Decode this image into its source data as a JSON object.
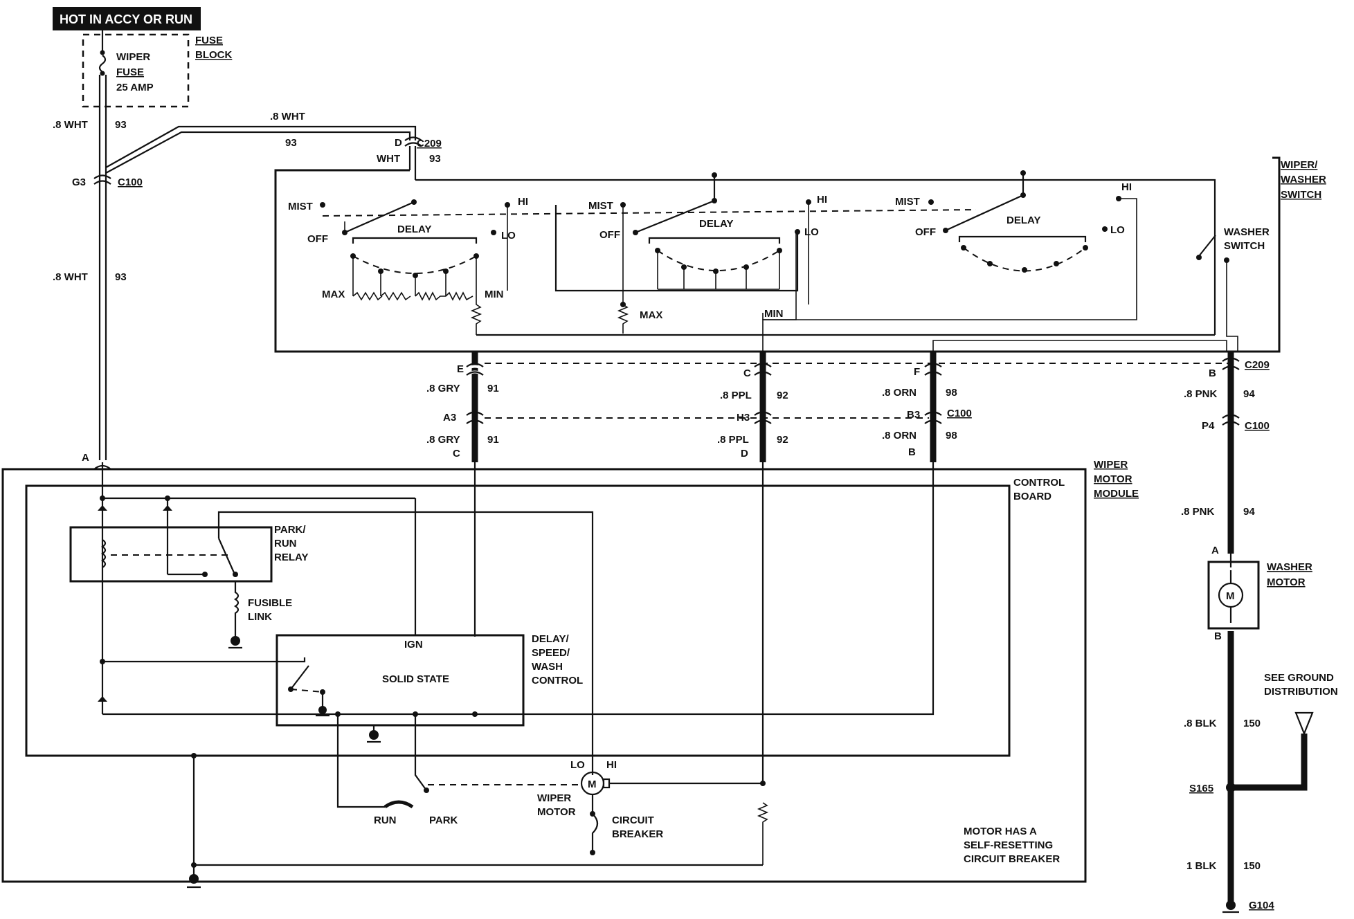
{
  "header": {
    "power_label": "HOT IN ACCY OR RUN"
  },
  "fuse_block": {
    "title_line1": "FUSE",
    "title_line2": "BLOCK",
    "fuse_line1": "WIPER",
    "fuse_line2": "FUSE",
    "fuse_line3": "25 AMP"
  },
  "wires": {
    "left_upper_gauge": ".8 WHT",
    "left_upper_circuit": "93",
    "left_lower_gauge": ".8 WHT",
    "left_lower_circuit": "93",
    "top_branch_gauge": ".8 WHT",
    "top_branch_circuit": "93",
    "c209_wht": "WHT",
    "c209_num": "93",
    "gry_upper_gauge": ".8 GRY",
    "gry_upper_circuit": "91",
    "gry_lower_gauge": ".8 GRY",
    "gry_lower_circuit": "91",
    "ppl_upper_gauge": ".8 PPL",
    "ppl_upper_circuit": "92",
    "ppl_lower_gauge": ".8 PPL",
    "ppl_lower_circuit": "92",
    "orn_upper_gauge": ".8 ORN",
    "orn_upper_circuit": "98",
    "orn_lower_gauge": ".8 ORN",
    "orn_lower_circuit": "98",
    "pnk_upper_gauge": ".8 PNK",
    "pnk_upper_circuit": "94",
    "pnk_lower_gauge": ".8 PNK",
    "pnk_lower_circuit": "94",
    "blk_upper_gauge": ".8 BLK",
    "blk_upper_circuit": "150",
    "blk_lower_gauge": "1 BLK",
    "blk_lower_circuit": "150"
  },
  "connectors": {
    "c100": "C100",
    "c209": "C209",
    "g3": "G3",
    "d": "D",
    "e": "E",
    "c": "C",
    "f": "F",
    "b": "B",
    "a3": "A3",
    "h3": "H3",
    "b3": "B3",
    "p4": "P4",
    "a": "A",
    "s165": "S165",
    "g104": "G104"
  },
  "switch": {
    "title_line1": "WIPER/",
    "title_line2": "WASHER",
    "title_line3": "SWITCH",
    "mist": "MIST",
    "off": "OFF",
    "hi": "HI",
    "lo": "LO",
    "delay": "DELAY",
    "max": "MAX",
    "min": "MIN",
    "washer_line1": "WASHER",
    "washer_line2": "SWITCH"
  },
  "module": {
    "title_line1": "WIPER",
    "title_line2": "MOTOR",
    "title_line3": "MODULE",
    "board_line1": "CONTROL",
    "board_line2": "BOARD",
    "relay_line1": "PARK/",
    "relay_line2": "RUN",
    "relay_line3": "RELAY",
    "fusible_line1": "FUSIBLE",
    "fusible_line2": "LINK",
    "ign": "IGN",
    "solid_state": "SOLID STATE",
    "control_line1": "DELAY/",
    "control_line2": "SPEED/",
    "control_line3": "WASH",
    "control_line4": "CONTROL",
    "lo": "LO",
    "hi": "HI",
    "m": "M",
    "wiper_line1": "WIPER",
    "wiper_line2": "MOTOR",
    "breaker_line1": "CIRCUIT",
    "breaker_line2": "BREAKER",
    "run": "RUN",
    "park": "PARK",
    "note_line1": "MOTOR HAS A",
    "note_line2": "SELF-RESETTING",
    "note_line3": "CIRCUIT BREAKER"
  },
  "washer_motor": {
    "title_line1": "WASHER",
    "title_line2": "MOTOR",
    "m": "M"
  },
  "ground": {
    "see_line1": "SEE GROUND",
    "see_line2": "DISTRIBUTION"
  }
}
